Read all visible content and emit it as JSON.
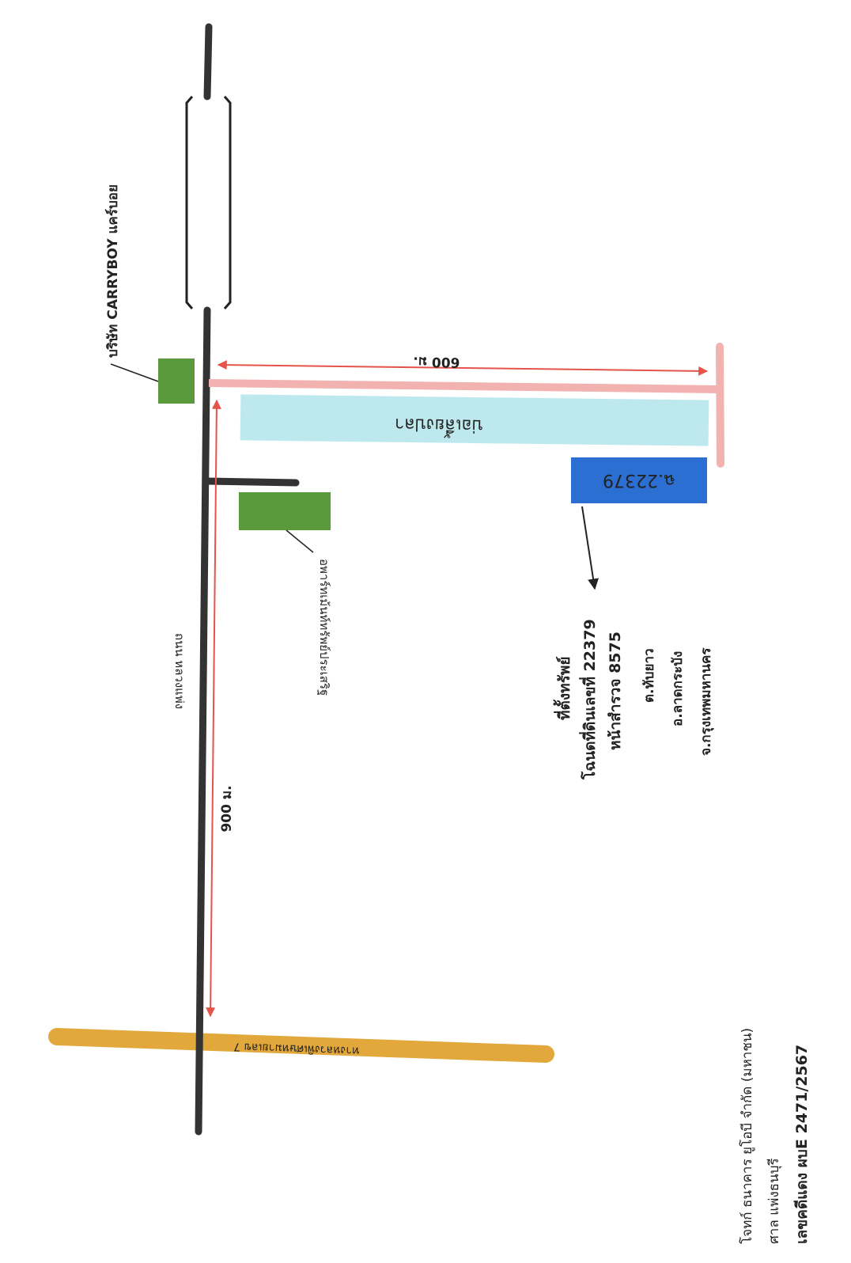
{
  "labels": {
    "carryboy": "บริษัท CARRYBOY แคร์บอย",
    "dist_600": "600 ม.",
    "pond": "บ่อเลี้ยงปลา",
    "road_name": "ถนน หลวงแพ่ง",
    "dist_900": "900 ม.",
    "apartment": "อพาร์ทเม้นท์ทรัพย์ประเสริฐ",
    "parcel": "ฉ.22379",
    "motorway": "ทางหลวงพิเศษหมายเลข 7"
  },
  "property": {
    "title": "ที่ตั้งทรัพย์",
    "deed": "โฉนดที่ดินเลขที่  22379",
    "survey": "หน้าสำรวจ  8575",
    "subdistrict": "ต.ทับยาว",
    "district": "อ.ลาดกระบัง",
    "province": "จ.กรุงเทพมหานคร"
  },
  "case": {
    "parties": "โจทก์ ธนาคาร ยูโอบี จำกัด (มหาชน)",
    "court": "ศาล แพ่งธนบุรี",
    "number": "เลขคดีแดง ผบE 2471/2567"
  },
  "colors": {
    "road": "#333333",
    "green": "#5a9a3c",
    "pond": "#bde9ee",
    "access_road": "#f2b3b0",
    "distance": "#e5534b",
    "parcel": "#2a6fd1",
    "motorway": "#e3a83b"
  }
}
